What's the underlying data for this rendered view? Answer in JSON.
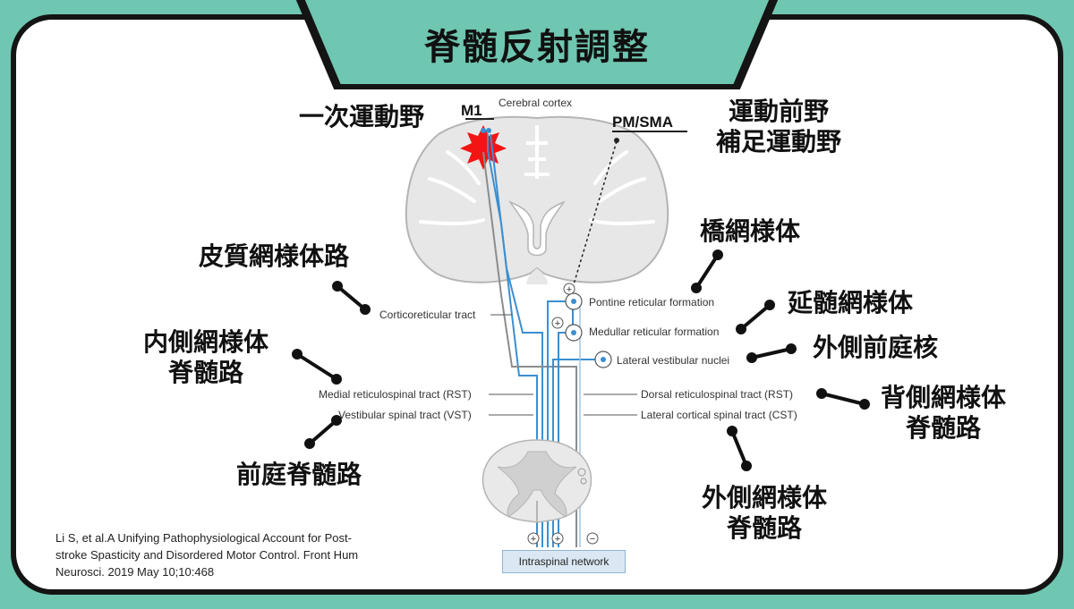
{
  "slide": {
    "title": "脊髄反射調整",
    "citation": {
      "line1": "Li S, et al.A Unifying Pathophysiological Account for Post-",
      "line2": "stroke Spasticity and Disordered Motor Control. Front Hum",
      "line3": "Neurosci. 2019 May 10;10:468"
    }
  },
  "jp_labels": {
    "m1": "一次運動野",
    "premotor_line1": "運動前野",
    "premotor_line2": "補足運動野",
    "pontine": "橋網様体",
    "cortico_ret": "皮質網様体路",
    "medullary": "延髄網様体",
    "medial_rst_line1": "内側網様体",
    "medial_rst_line2": "脊髄路",
    "lat_vest_nucleus": "外側前庭核",
    "dorsal_rst_line1": "背側網様体",
    "dorsal_rst_line2": "脊髄路",
    "vst": "前庭脊髄路",
    "lat_rst_line1": "外側網様体",
    "lat_rst_line2": "脊髄路"
  },
  "en_labels": {
    "m1": "M1",
    "cerebral_cortex": "Cerebral cortex",
    "pm_sma": "PM/SMA",
    "pontine": "Pontine reticular formation",
    "medullary": "Medullar reticular formation",
    "corticoreticular": "Corticoreticular tract",
    "lat_vest": "Lateral vestibular nuclei",
    "medial_rst": "Medial reticulospinal tract (RST)",
    "vst": "Vestibular spinal tract (VST)",
    "dorsal_rst": "Dorsal reticulospinal tract (RST)",
    "lat_cst": "Lateral cortical spinal tract (CST)",
    "network": "Intraspinal network"
  },
  "signs": {
    "plus": "+",
    "minus": "−"
  },
  "colors": {
    "background": "#6fc6b1",
    "tract_blue": "#3b8fd0",
    "star_red": "#f31414"
  }
}
